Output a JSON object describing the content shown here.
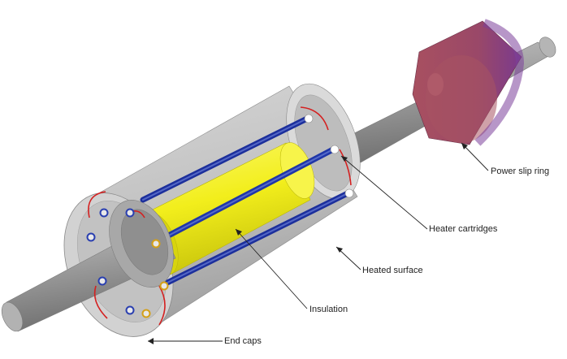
{
  "labels": {
    "power_slip_ring": "Power slip ring",
    "heater_cartridges": "Heater cartridges",
    "heated_surface": "Heated surface",
    "insulation": "Insulation",
    "end_caps": "End caps"
  },
  "colors": {
    "shaft": "#9d9d9d",
    "shell": "#c9c9c9",
    "insulation": "#f2ef1e",
    "heater_cartridge": "#1f36a8",
    "slip_ring": "#9c4a62",
    "slip_ring_accent": "#8a4aa0",
    "end_cap_wire": "#d42020",
    "leader_line": "#222222"
  }
}
